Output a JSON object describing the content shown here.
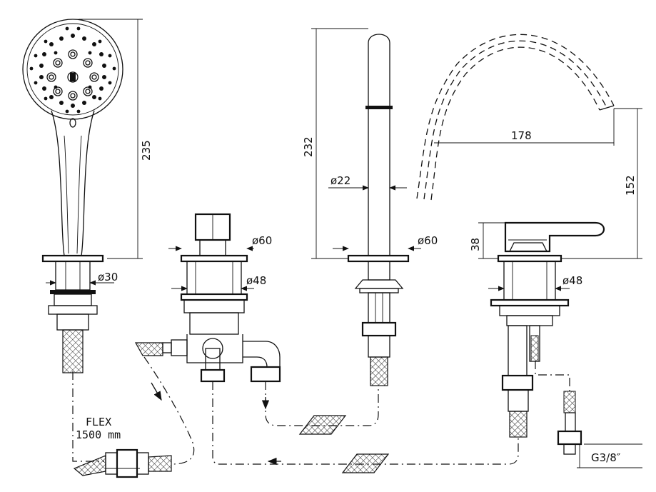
{
  "dimensions": {
    "shower_height": "235",
    "shower_diameter": "ø30",
    "spout_height": "232",
    "spout_diameter": "ø22",
    "spout_base_diameter": "ø60",
    "spout_reach": "178",
    "spout_outlet_height": "152",
    "diverter_base_diameter": "ø60",
    "diverter_body_diameter": "ø48",
    "mixer_lever_height": "38",
    "mixer_body_diameter": "ø48"
  },
  "hose": {
    "label_line1": "FLEX",
    "label_line2": "1500 mm"
  },
  "connection": {
    "thread": "G3/8″"
  }
}
